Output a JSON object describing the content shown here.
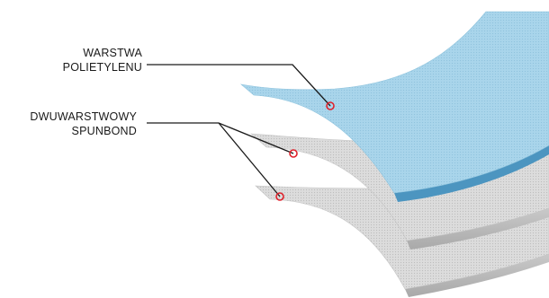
{
  "labels": {
    "polyethylene": {
      "line1": "WARSTWA",
      "line2": "POLIETYLENU"
    },
    "spunbond": {
      "line1": "DWUWARSTWOWY",
      "line2": "SPUNBOND"
    }
  },
  "colors": {
    "polyethylene_top": "#a8d4ea",
    "polyethylene_edge": "#4a93bd",
    "spunbond_top": "#d9d9d9",
    "spunbond_edge": "#b8b8b8",
    "marker": "#e0202a",
    "leader_line": "#1a1a1a"
  }
}
